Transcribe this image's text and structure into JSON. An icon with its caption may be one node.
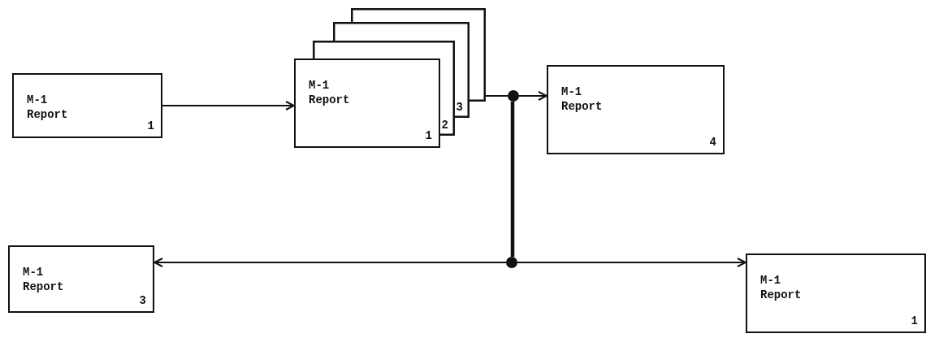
{
  "diagram": {
    "nodes": [
      {
        "text": [
          "M-1 Report",
          "1"
        ]
      },
      {
        "text": [
          "M-1 Report",
          "1"
        ]
      },
      {
        "text": [
          "2"
        ]
      },
      {
        "text": [
          "3"
        ]
      },
      {
        "text": [],
        "shape": "box"
      },
      {
        "text": [
          "M-1 Report",
          "4"
        ]
      },
      {
        "text": [],
        "shape": "circle"
      },
      {
        "text": [
          "M-1 Report",
          "3"
        ]
      },
      {
        "text": [],
        "shape": "circle"
      },
      {
        "text": [
          "M-1 Report",
          "1"
        ]
      }
    ],
    "edges": [
      {
        "from": 0,
        "to": 1,
        "arrow": "to"
      },
      {
        "from": 4,
        "to": 6,
        "arrow": "none"
      },
      {
        "from": 6,
        "to": 5,
        "arrow": "to"
      },
      {
        "from": 6,
        "to": 8,
        "arrow": "none",
        "style": "thick"
      },
      {
        "from": 8,
        "to": 7,
        "arrow": "to"
      },
      {
        "from": 8,
        "to": 9,
        "arrow": "to"
      }
    ]
  }
}
